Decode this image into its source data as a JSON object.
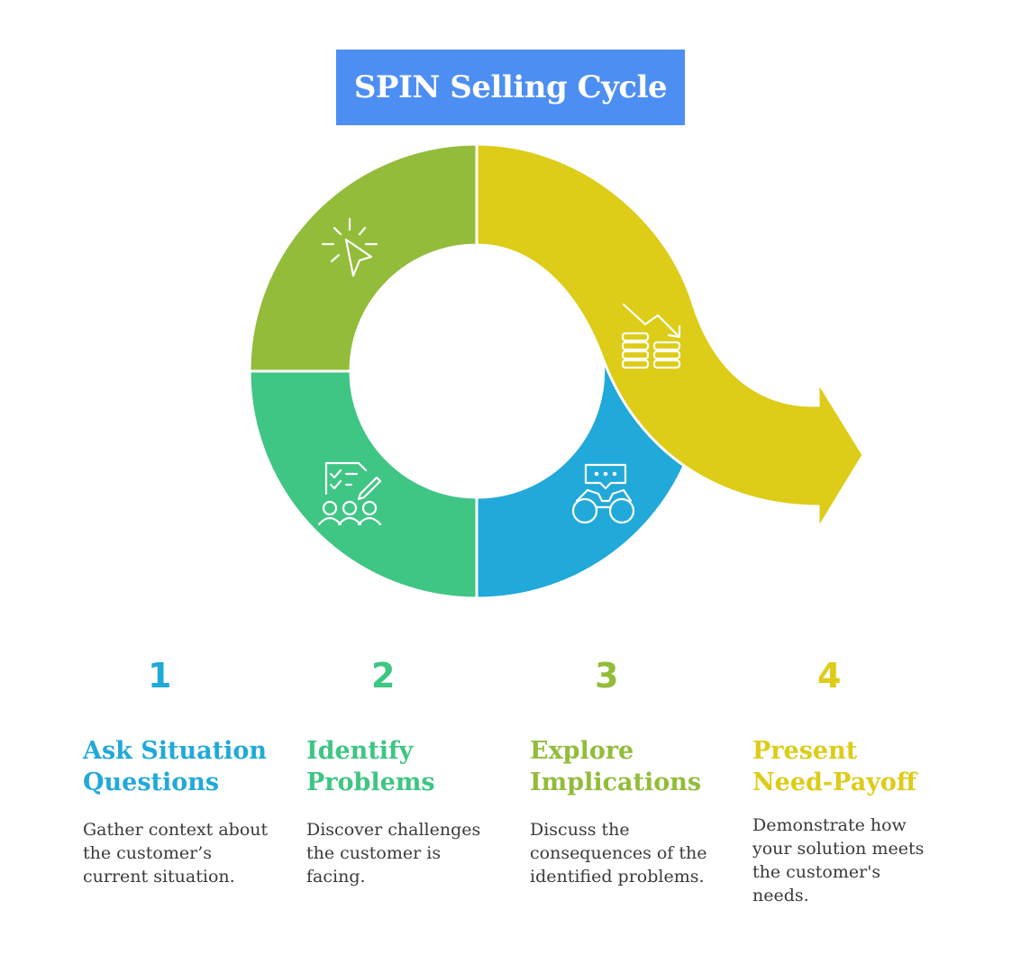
{
  "title": "SPIN Selling Cycle",
  "colors": {
    "title_bg": "#4D8EF3",
    "segment_situation": "#93BC3A",
    "segment_problems": "#3FC584",
    "segment_implications": "#21A9D9",
    "segment_needpayoff": "#DDCC18",
    "step1": "#21A9D9",
    "step2": "#3FC584",
    "step3": "#93BC3A",
    "step4": "#DDCC18"
  },
  "icons": {
    "top_left": "cursor-click-icon",
    "bottom_left": "checklist-team-icon",
    "bottom_right": "binoculars-chat-icon",
    "arrow": "coins-decline-icon"
  },
  "steps": [
    {
      "number": "1",
      "title_line1": "Ask Situation",
      "title_line2": "Questions",
      "desc_lines": [
        "Gather context about",
        "the customer’s",
        "current situation."
      ]
    },
    {
      "number": "2",
      "title_line1": "Identify",
      "title_line2": "Problems",
      "desc_lines": [
        "Discover challenges",
        "the customer is",
        "facing."
      ]
    },
    {
      "number": "3",
      "title_line1": "Explore",
      "title_line2": "Implications",
      "desc_lines": [
        "Discuss the",
        "consequences of the",
        "identified problems."
      ]
    },
    {
      "number": "4",
      "title_line1": "Present",
      "title_line2": "Need-Payoff",
      "desc_lines": [
        "Demonstrate how",
        "your solution meets",
        "the customer's",
        "needs."
      ]
    }
  ]
}
